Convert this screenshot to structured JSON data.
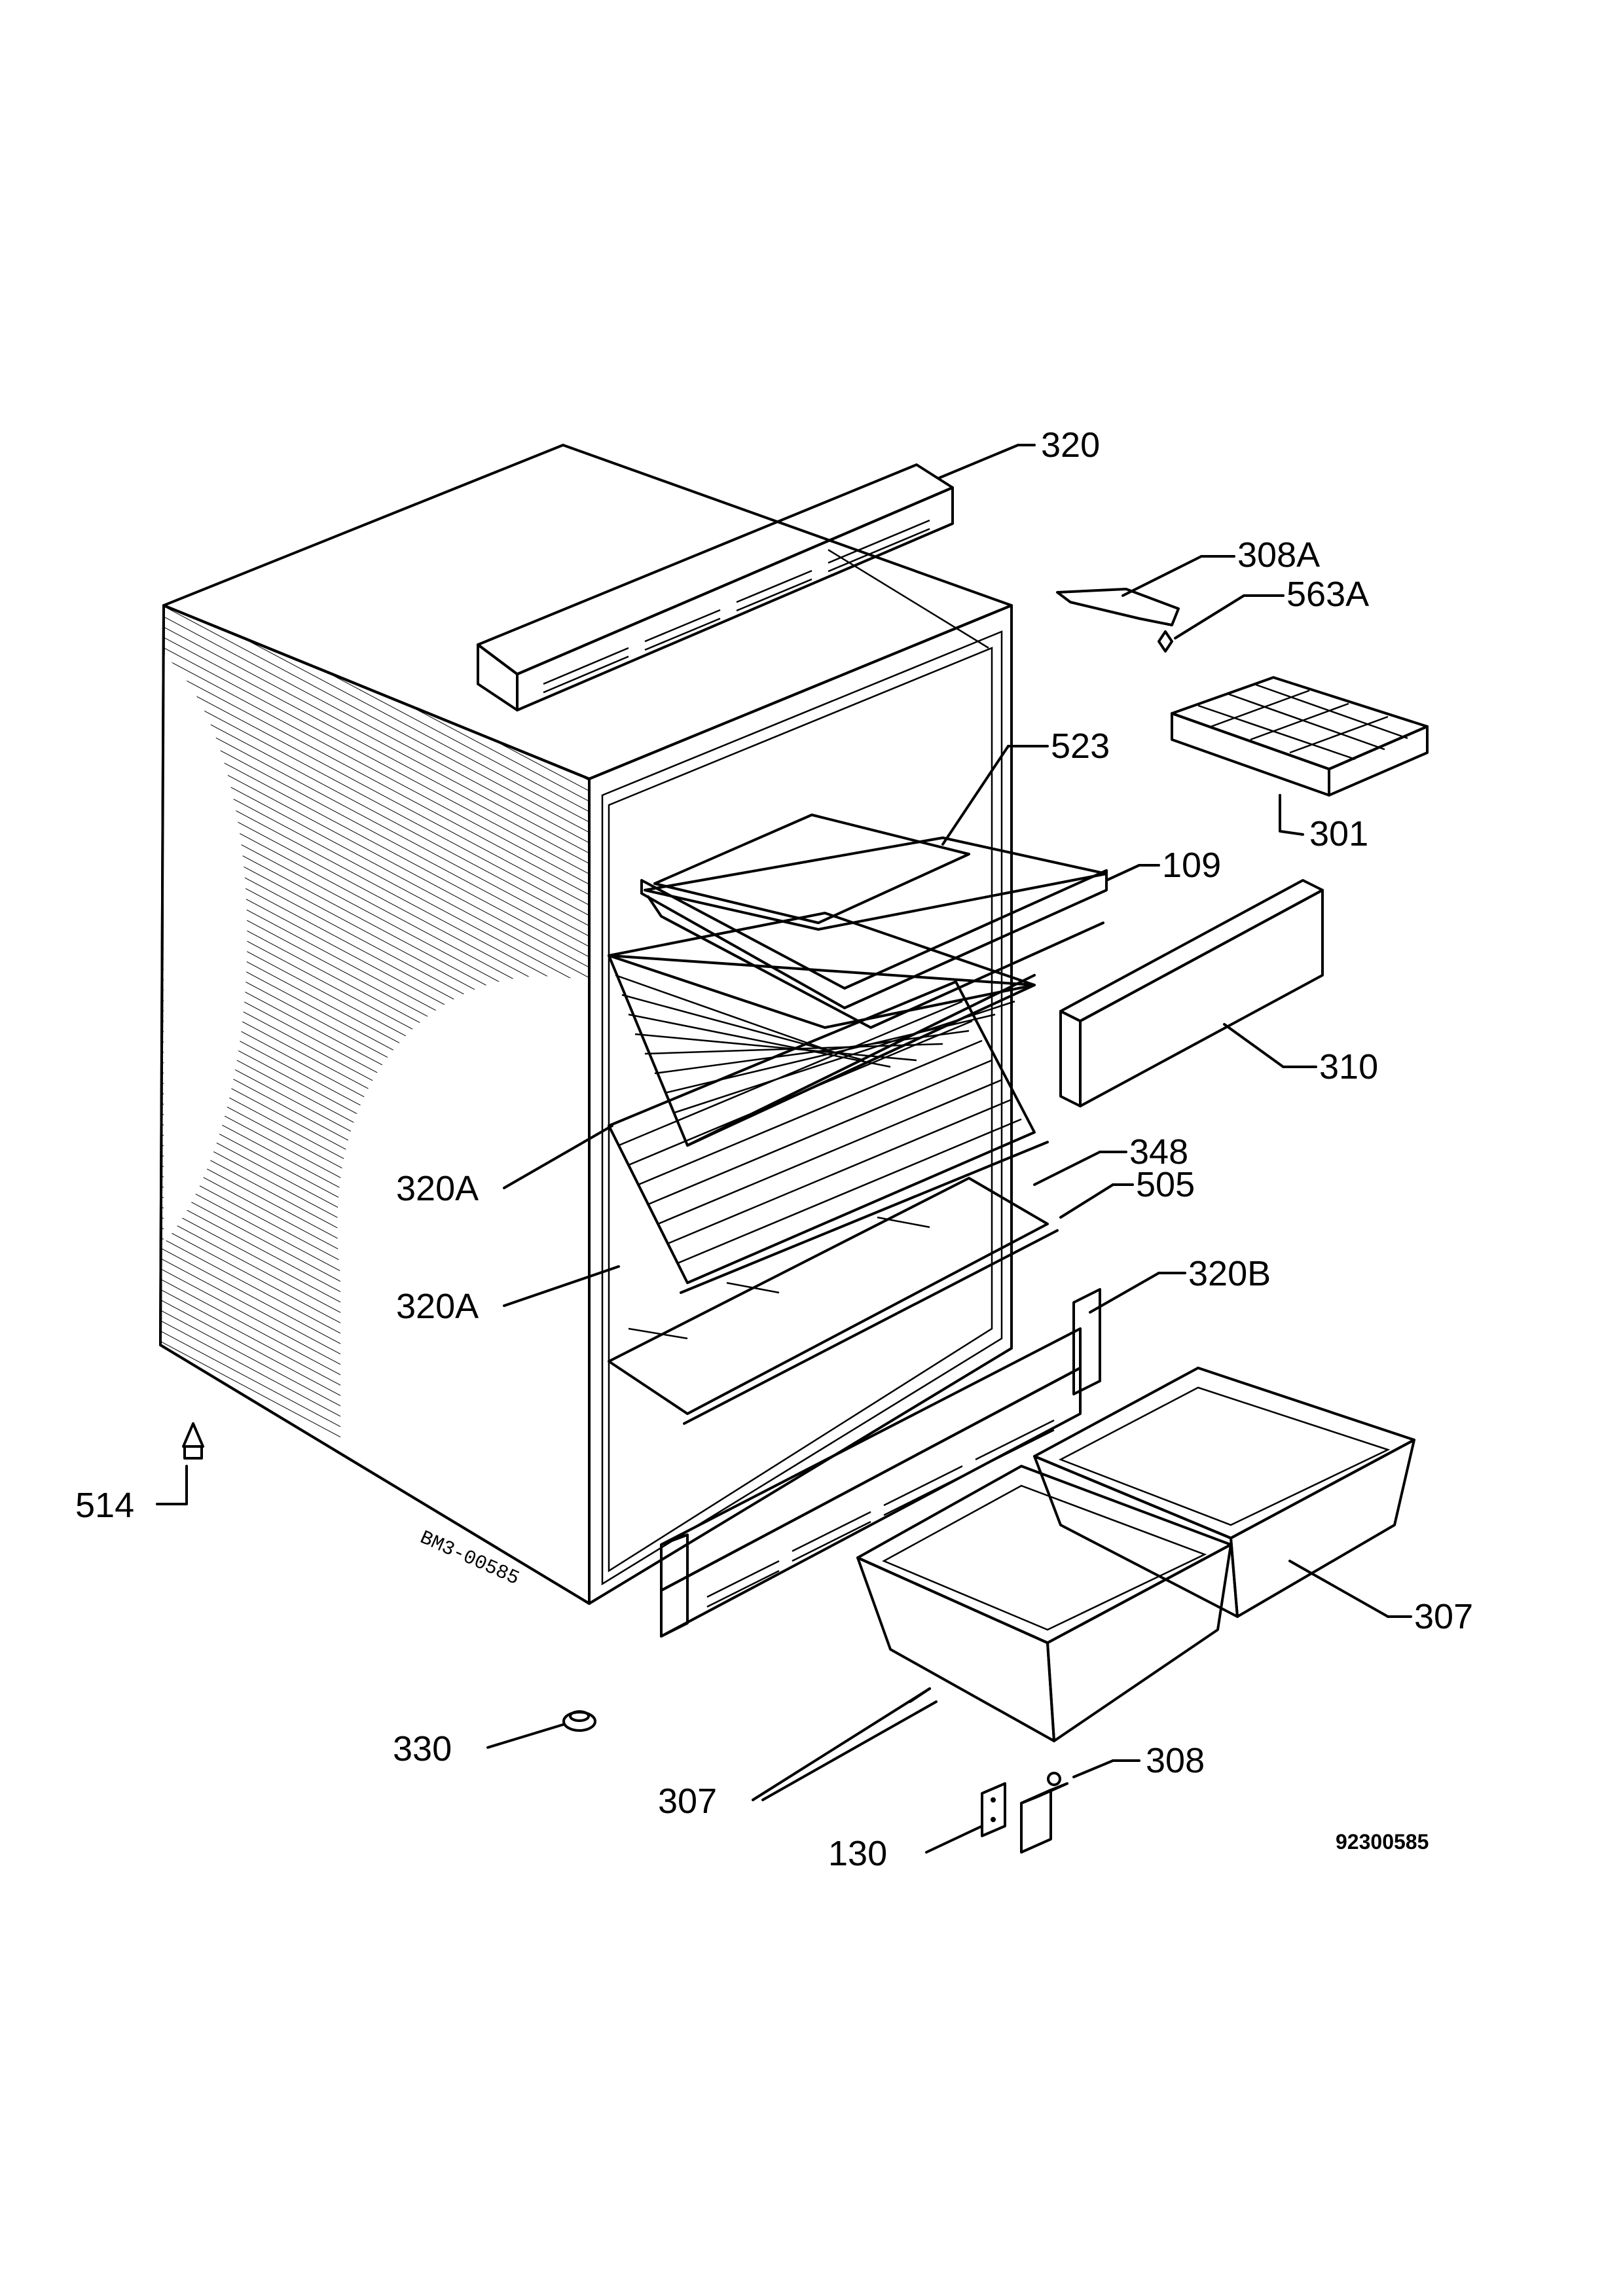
{
  "labels": {
    "l320": "320",
    "l308a": "308A",
    "l563a": "563A",
    "l523": "523",
    "l301": "301",
    "l109": "109",
    "l310": "310",
    "l320a_1": "320A",
    "l348": "348",
    "l505": "505",
    "l320a_2": "320A",
    "l320b": "320B",
    "l514": "514",
    "l307_r": "307",
    "l330": "330",
    "l307_l": "307",
    "l308": "308",
    "l130": "130"
  },
  "drawing_code": "BM3-00585",
  "diagram_number": "92300585"
}
